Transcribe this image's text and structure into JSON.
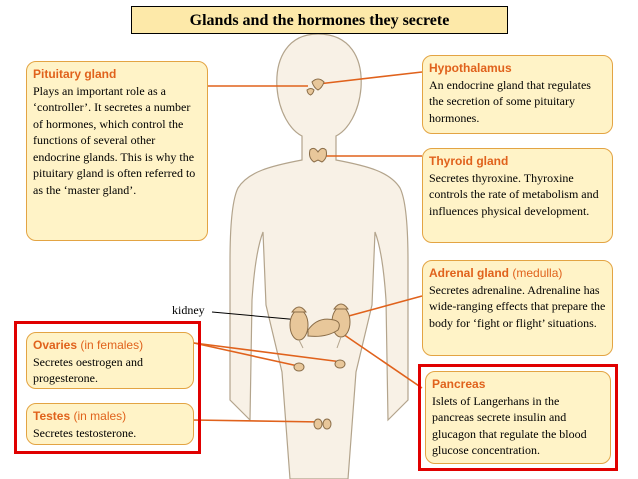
{
  "title": "Glands and the hormones they secrete",
  "labels": {
    "kidney": "kidney"
  },
  "boxes": {
    "pituitary": {
      "heading": "Pituitary gland",
      "text": "Plays an important role as a ‘controller’. It secretes a number of hormones, which control the functions of several other endocrine glands. This is why the pituitary gland is often referred to as the ‘master gland’."
    },
    "hypothalamus": {
      "heading": "Hypothalamus",
      "text": "An endocrine gland that regulates the secretion of some pituitary hormones."
    },
    "thyroid": {
      "heading": "Thyroid gland",
      "text": "Secretes thyroxine. Thyroxine controls the rate of metabolism and influences physical development."
    },
    "adrenal": {
      "heading": "Adrenal gland",
      "heading_note": "(medulla)",
      "text": "Secretes adrenaline. Adrenaline has wide-ranging effects that prepare the body for ‘fight or flight’ situations."
    },
    "ovaries": {
      "heading": "Ovaries",
      "heading_note": "(in females)",
      "text": "Secretes oestrogen and progesterone."
    },
    "testes": {
      "heading": "Testes",
      "heading_note": "(in males)",
      "text": "Secretes testosterone."
    },
    "pancreas": {
      "heading": "Pancreas",
      "text": "Islets of Langerhans in the pancreas secrete insulin and glucagon that regulate the blood glucose concentration."
    }
  },
  "colors": {
    "heading": "#e0621c",
    "box_fill": "#fff3c7",
    "box_border": "#e3a443",
    "body_fill": "#f8f1e6",
    "highlight_frame": "#e00000",
    "title_fill": "#fde9a9",
    "gland_fill": "#e8c79a"
  }
}
